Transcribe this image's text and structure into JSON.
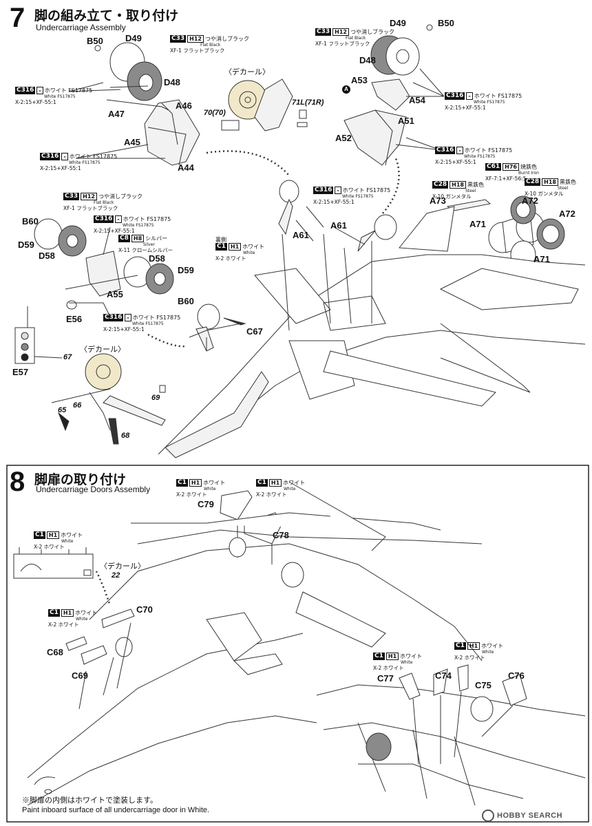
{
  "step7": {
    "number": "7",
    "title_jp": "脚の組み立て・取り付け",
    "title_en": "Undercarriage Assembly",
    "decal_label_1": "〈デカール〉",
    "decal_label_2": "〈デカール〉",
    "decal_numbers": [
      "70(70)",
      "71L(71R)",
      "67",
      "69",
      "65",
      "66",
      "68"
    ],
    "parts": [
      "B50",
      "D49",
      "D48",
      "A47",
      "A46",
      "A45",
      "A44",
      "D49",
      "B50",
      "D48",
      "A53",
      "A54",
      "A51",
      "A52",
      "A73",
      "A72",
      "A72",
      "A71",
      "A71",
      "B60",
      "D59",
      "D58",
      "D58",
      "D59",
      "B60",
      "A55",
      "E56",
      "E57",
      "A61",
      "A61",
      "C67"
    ],
    "reverse_side": "裏側",
    "callout_A": "A"
  },
  "step8": {
    "number": "8",
    "title_jp": "脚扉の取り付け",
    "title_en": "Undercarriage Doors Assembly",
    "decal_label": "〈デカール〉",
    "decal_number": "22",
    "parts": [
      "C79",
      "C78",
      "C70",
      "C68",
      "C69",
      "C77",
      "C74",
      "C75",
      "C76"
    ],
    "note_jp": "※脚扉の内側はホワイトで塗装します。",
    "note_en": "Paint inboard surface of all undercarriage door in White."
  },
  "paints": {
    "c316": {
      "code": "C316",
      "h": "-",
      "jp": "ホワイト FS17875",
      "en": "White FS17875",
      "alt": "X-2:15+XF-55:1"
    },
    "c33": {
      "code": "C33",
      "h": "H12",
      "jp": "つや消しブラック",
      "en": "Flat Black",
      "alt": "XF-1 フラットブラック"
    },
    "c8": {
      "code": "C8",
      "h": "H8",
      "jp": "シルバー",
      "en": "Silver",
      "alt": "X-11 クロームシルバー"
    },
    "c1": {
      "code": "C1",
      "h": "H1",
      "jp": "ホワイト",
      "en": "White",
      "alt": "X-2 ホワイト"
    },
    "c28": {
      "code": "C28",
      "h": "H18",
      "jp": "黒鉄色",
      "en": "Steel",
      "alt": "X-10 ガンメタル"
    },
    "c61": {
      "code": "C61",
      "h": "H76",
      "jp": "焼鉄色",
      "en": "Burnt Iron",
      "alt": "XF-7:1+XF-56:5"
    }
  },
  "watermark": "HOBBY SEARCH",
  "colors": {
    "ink": "#111111",
    "line": "#333333",
    "fill_gray": "#8a8a8a",
    "fill_light": "#f2f2f2"
  }
}
